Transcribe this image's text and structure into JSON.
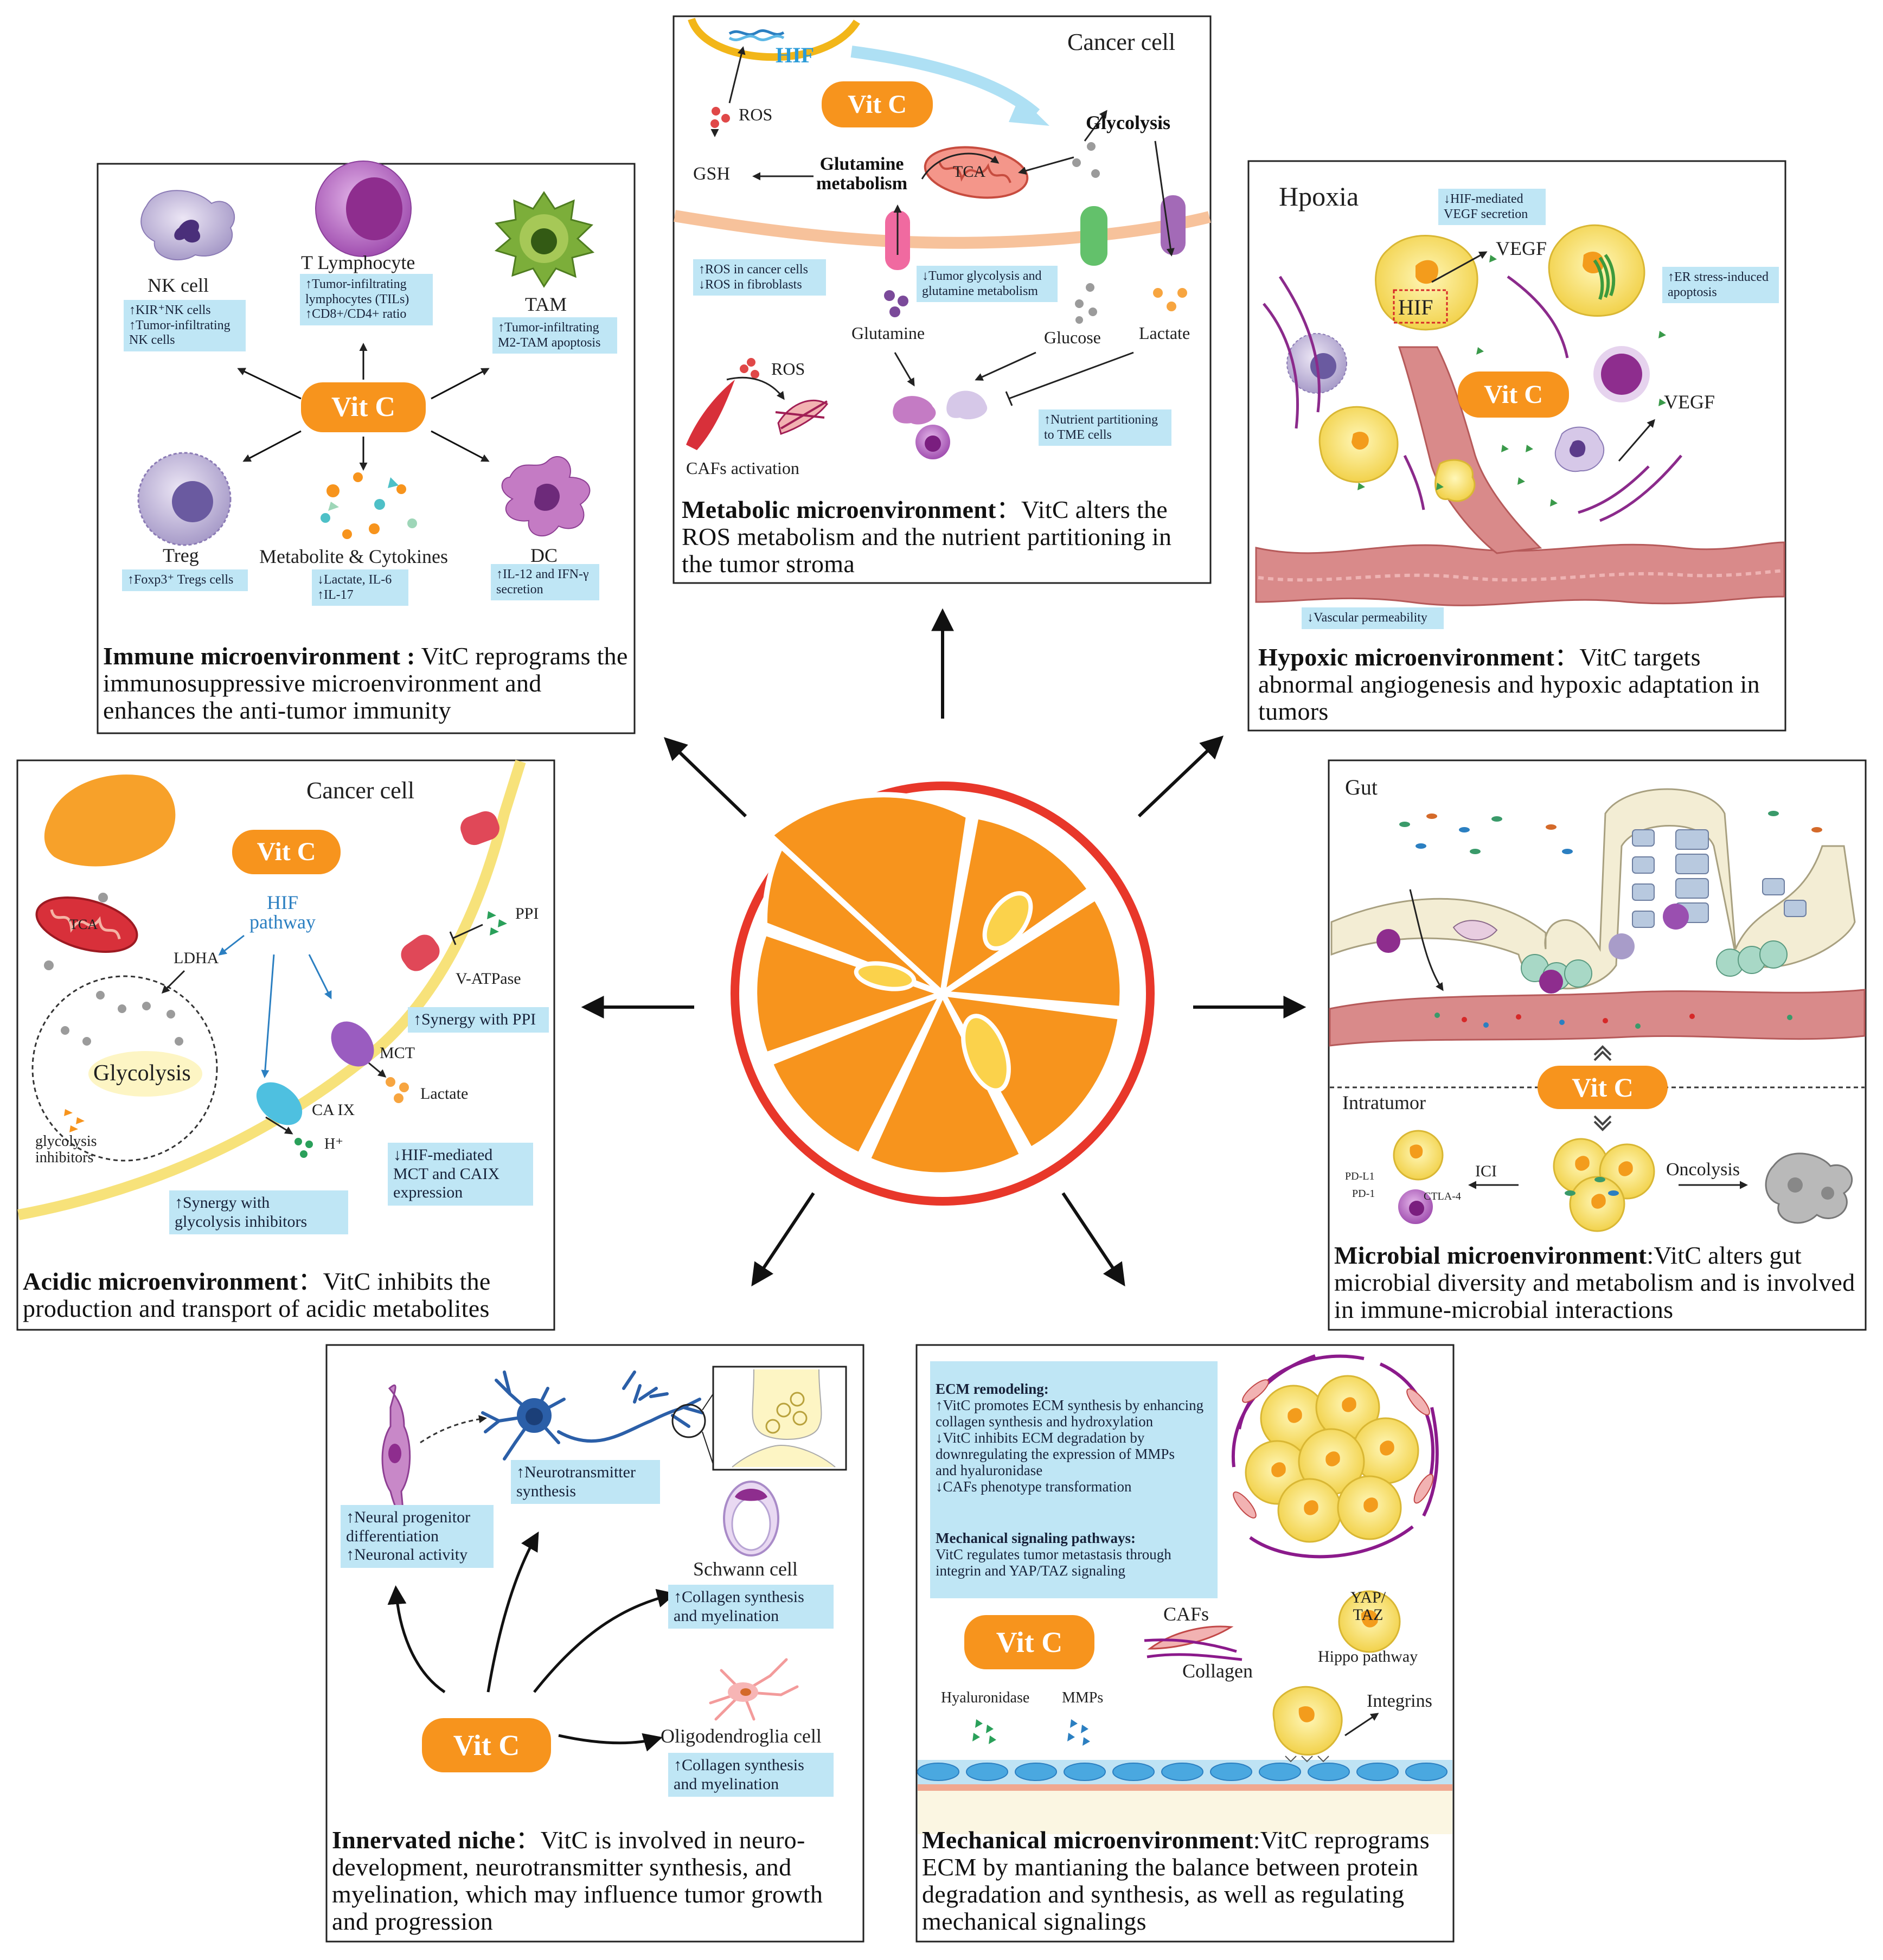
{
  "colors": {
    "vitc_orange": "#f7941d",
    "note_blue": "#bfe6f5",
    "orange_rim": "#e8372a",
    "vessel_pink": "#d98a8a",
    "membrane_yellow": "#f7e27a"
  },
  "center": {
    "icon": "orange-slice-icon"
  },
  "immune": {
    "vitc": "Vit C",
    "cells": {
      "nk": "NK cell",
      "tlymph": "T Lymphocyte",
      "tam": "TAM",
      "treg": "Treg",
      "metab": "Metabolite & Cytokines",
      "dc": "DC"
    },
    "notes": {
      "nk": "↑KIR⁺NK cells\n↑Tumor-infiltrating\n  NK cells",
      "tlymph": "↑Tumor-infiltrating\n  lymphocytes (TILs)\n↑CD8+/CD4+ ratio",
      "tam": "↑Tumor-infiltrating\nM2-TAM apoptosis",
      "treg": "↑Foxp3⁺ Tregs cells",
      "metab": "↓Lactate, IL-6\n↑IL-17",
      "dc": "↑IL-12 and IFN-γ\n  secretion"
    },
    "caption_bold": "Immune microenvironment :",
    "caption_text": " VitC reprograms the immunosuppressive microenvironment and enhances the anti-tumor immunity"
  },
  "metabolic": {
    "title": "Cancer cell",
    "hif": "HIF",
    "vitc": "Vit C",
    "labels": {
      "ros": "ROS",
      "gsh": "GSH",
      "glutamine_metab": "Glutamine\nmetabolism",
      "tca": "TCA",
      "glycolysis": "Glycolysis",
      "glutamine": "Glutamine",
      "glucose": "Glucose",
      "lactate": "Lactate",
      "ros2": "ROS",
      "cafs": "CAFs activation"
    },
    "notes": {
      "ros": "↑ROS in cancer cells\n↓ROS in fibroblasts",
      "glyc": "↓Tumor glycolysis and\n glutamine metabolism",
      "nutrient": "↑Nutrient partitioning\n  to TME cells"
    },
    "caption_bold": "Metabolic microenvironment",
    "caption_text": "：VitC alters the ROS metabolism and the nutrient partitioning in the tumor stroma"
  },
  "hypoxic": {
    "title": "Hpoxia",
    "hif": "HIF",
    "vegf1": "VEGF",
    "vegf2": "VEGF",
    "vitc": "Vit C",
    "notes": {
      "hif": "↓HIF-mediated\n  VEGF secretion",
      "er": "↑ER stress-induced\n  apoptosis",
      "vasc": "↓Vascular permeability"
    },
    "caption_bold": "Hypoxic microenvironment",
    "caption_text": "：VitC targets abnormal angiogenesis and hypoxic adaptation in tumors"
  },
  "acidic": {
    "title": "Cancer cell",
    "vitc": "Vit C",
    "labels": {
      "hif_pathway": "HIF\npathway",
      "tca": "TCA",
      "ldha": "LDHA",
      "glycolysis": "Glycolysis",
      "gly_inhib": "glycolysis\ninhibitors",
      "ppi": "PPI",
      "vatpase": "V-ATPase",
      "mct": "MCT",
      "lactate": "Lactate",
      "caix": "CA IX",
      "h": "H⁺"
    },
    "notes": {
      "ppi": "↑Synergy with PPI",
      "mct": "↓HIF-mediated\n MCT and CAIX\n expression",
      "gly": "↑Synergy with\n glycolysis inhibitors"
    },
    "caption_bold": "Acidic microenvironment",
    "caption_text": "：VitC inhibits the production and transport of acidic metabolites"
  },
  "microbial": {
    "gut": "Gut",
    "intratumor": "Intratumor",
    "vitc": "Vit C",
    "labels": {
      "pdl1": "PD-L1",
      "pd1": "PD-1",
      "ctla4": "CTLA-4",
      "ici": "ICI",
      "oncolysis": "Oncolysis"
    },
    "caption_bold": "Microbial microenvironment",
    "caption_text": ":VitC alters gut microbial diversity and metabolism and is involved in immune-microbial interactions"
  },
  "innervated": {
    "vitc": "Vit C",
    "labels": {
      "schwann": "Schwann cell",
      "oligo": "Oligodendroglia cell"
    },
    "notes": {
      "neural": "↑Neural progenitor\n differentiation\n↑Neuronal activity",
      "neuro": "↑Neurotransmitter\n synthesis",
      "schwann": "↑Collagen synthesis\n and myelination",
      "oligo": "↑Collagen synthesis\n and myelination"
    },
    "caption_bold": "Innervated niche",
    "caption_text": "：VitC is involved in neuro-development, neurotransmitter synthesis, and myelination, which may influence tumor growth and progression"
  },
  "mechanical": {
    "ecm_title": "ECM remodeling:",
    "ecm_text": "↑VitC promotes ECM synthesis by enhancing\n collagen synthesis and hydroxylation\n↓VitC inhibits ECM degradation by\n downregulating the expression of MMPs\n and hyaluronidase\n↓CAFs phenotype transformation",
    "mech_title": "Mechanical signaling pathways:",
    "mech_text": "VitC regulates tumor metastasis through\nintegrin and YAP/TAZ signaling",
    "vitc": "Vit C",
    "labels": {
      "cafs": "CAFs",
      "collagen": "Collagen",
      "yap": "YAP/\nTAZ",
      "hippo": "Hippo pathway",
      "hyal": "Hyaluronidase",
      "mmps": "MMPs",
      "integrins": "Integrins"
    },
    "caption_bold": "Mechanical microenvironment",
    "caption_text": ":VitC reprograms ECM by mantianing the balance between protein degradation and synthesis, as well as regulating mechanical signalings"
  }
}
